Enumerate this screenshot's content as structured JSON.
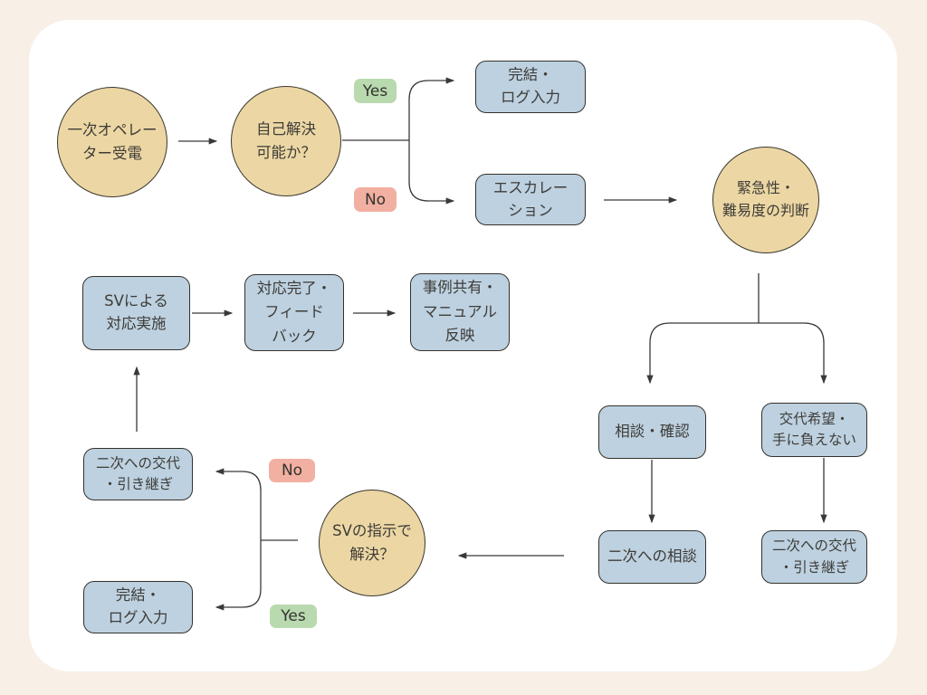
{
  "diagram": {
    "type": "flowchart",
    "language": "ja",
    "colors": {
      "page_background": "#f8efe7",
      "canvas_background": "#ffffff",
      "circle_fill": "#ecd7a4",
      "box_fill": "#bdd1e0",
      "yes_badge_fill": "#b9d9ae",
      "no_badge_fill": "#f1b0a1",
      "stroke": "#3b3936",
      "text": "#3e3c38"
    },
    "nodes": {
      "reception": {
        "shape": "circle",
        "label": "一次オペレー\nター受電"
      },
      "self_solve": {
        "shape": "circle",
        "label": "自己解決\n可能か？"
      },
      "complete_log_top": {
        "shape": "box",
        "label": "完結・\nログ入力"
      },
      "escalation": {
        "shape": "box",
        "label": "エスカレー\nション"
      },
      "judgment": {
        "shape": "circle",
        "label": "緊急性・\n難易度の判断"
      },
      "consult_confirm": {
        "shape": "box",
        "label": "相談・確認"
      },
      "handover_wish": {
        "shape": "box",
        "label": "交代希望・\n手に負えない"
      },
      "secondary_consult": {
        "shape": "box",
        "label": "二次への相談"
      },
      "secondary_handover_right": {
        "shape": "box",
        "label": "二次への交代\n・引き継ぎ"
      },
      "sv_resolved": {
        "shape": "circle",
        "label": "SVの指示で\n解決？"
      },
      "secondary_handover_left": {
        "shape": "box",
        "label": "二次への交代\n・引き継ぎ"
      },
      "complete_log_bottom": {
        "shape": "box",
        "label": "完結・\nログ入力"
      },
      "sv_action": {
        "shape": "box",
        "label": "SVによる\n対応実施"
      },
      "feedback": {
        "shape": "box",
        "label": "対応完了・\nフィード\nバック"
      },
      "case_share": {
        "shape": "box",
        "label": "事例共有・\nマニュアル\n反映"
      }
    },
    "badges": {
      "yes_top": "Yes",
      "no_top": "No",
      "no_left": "No",
      "yes_left": "Yes"
    },
    "edges": [
      {
        "from": "reception",
        "to": "self_solve"
      },
      {
        "from": "self_solve",
        "to": "complete_log_top",
        "label": "Yes"
      },
      {
        "from": "self_solve",
        "to": "escalation",
        "label": "No"
      },
      {
        "from": "escalation",
        "to": "judgment"
      },
      {
        "from": "judgment",
        "to": "consult_confirm"
      },
      {
        "from": "judgment",
        "to": "handover_wish"
      },
      {
        "from": "consult_confirm",
        "to": "secondary_consult"
      },
      {
        "from": "handover_wish",
        "to": "secondary_handover_right"
      },
      {
        "from": "secondary_consult",
        "to": "sv_resolved"
      },
      {
        "from": "sv_resolved",
        "to": "secondary_handover_left",
        "label": "No"
      },
      {
        "from": "sv_resolved",
        "to": "complete_log_bottom",
        "label": "Yes"
      },
      {
        "from": "secondary_handover_left",
        "to": "sv_action"
      },
      {
        "from": "sv_action",
        "to": "feedback"
      },
      {
        "from": "feedback",
        "to": "case_share"
      }
    ]
  }
}
